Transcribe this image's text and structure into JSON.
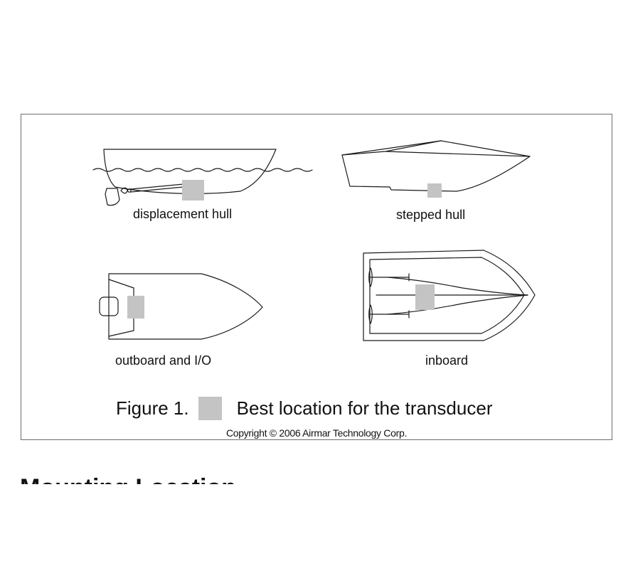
{
  "figure": {
    "hulls": [
      {
        "id": "displacement",
        "label": "displacement hull"
      },
      {
        "id": "stepped",
        "label": "stepped hull"
      },
      {
        "id": "outboard",
        "label": "outboard and I/O"
      },
      {
        "id": "inboard",
        "label": "inboard"
      }
    ],
    "caption": {
      "prefix": "Figure 1.",
      "text": "Best location for the transducer"
    },
    "copyright": "Copyright © 2006 Airmar Technology Corp.",
    "colors": {
      "highlight": "#c4c4c4",
      "line": "#1a1a1a",
      "frame": "#6e6e6e"
    }
  },
  "next_heading": "Mounting Location"
}
